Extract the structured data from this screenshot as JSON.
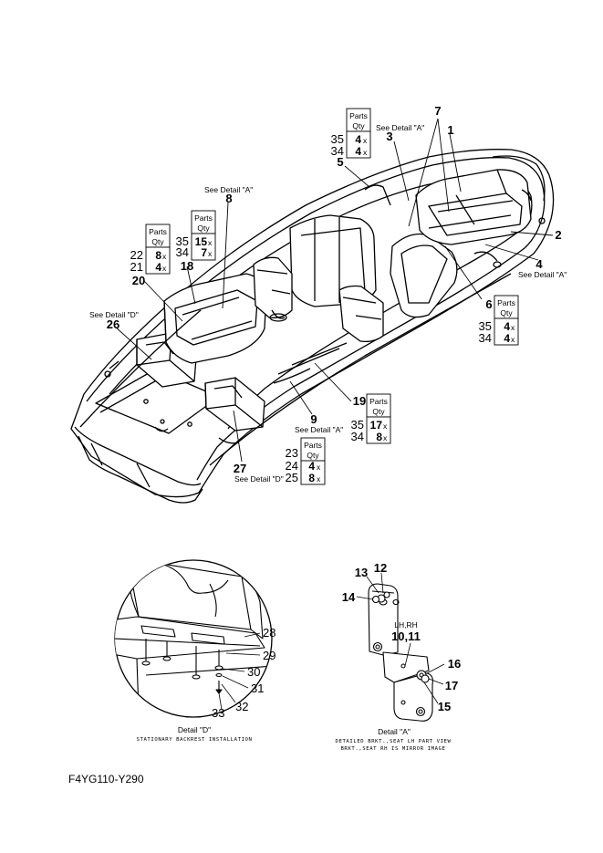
{
  "callouts": [
    {
      "id": "c1",
      "text": "1"
    },
    {
      "id": "c2",
      "text": "2"
    },
    {
      "id": "c3",
      "text": "3"
    },
    {
      "id": "c4",
      "text": "4"
    },
    {
      "id": "c5",
      "text": "5"
    },
    {
      "id": "c6",
      "text": "6"
    },
    {
      "id": "c7",
      "text": "7"
    },
    {
      "id": "c8",
      "text": "8"
    },
    {
      "id": "c9",
      "text": "9"
    },
    {
      "id": "c18",
      "text": "18"
    },
    {
      "id": "c19",
      "text": "19"
    },
    {
      "id": "c20",
      "text": "20"
    },
    {
      "id": "c26",
      "text": "26"
    },
    {
      "id": "c27",
      "text": "27"
    }
  ],
  "see_detail_a": "See Detail \"A\"",
  "see_detail_d": "See Detail \"D\"",
  "parts_header": [
    "Parts",
    "Qty"
  ],
  "parts_tables": [
    {
      "name": "table-3",
      "rows": [
        {
          "part": "35",
          "qty": "4",
          "x": "x"
        },
        {
          "part": "34",
          "qty": "4",
          "x": "x"
        }
      ]
    },
    {
      "name": "table-8",
      "rows": [
        {
          "part": "35",
          "qty": "15",
          "x": "x"
        },
        {
          "part": "34",
          "qty": "7",
          "x": "x"
        }
      ]
    },
    {
      "name": "table-18",
      "rows": [
        {
          "part": "22",
          "qty": "8",
          "x": "x"
        },
        {
          "part": "21",
          "qty": "4",
          "x": "x"
        }
      ]
    },
    {
      "name": "table-6",
      "rows": [
        {
          "part": "35",
          "qty": "4",
          "x": "x"
        },
        {
          "part": "34",
          "qty": "4",
          "x": "x"
        }
      ]
    },
    {
      "name": "table-19",
      "rows": [
        {
          "part": "35",
          "qty": "17",
          "x": "x"
        },
        {
          "part": "34",
          "qty": "8",
          "x": "x"
        }
      ]
    },
    {
      "name": "table-27",
      "rows": [
        {
          "part": "23",
          "qty": "",
          "x": ""
        },
        {
          "part": "24",
          "qty": "4",
          "x": "x"
        },
        {
          "part": "25",
          "qty": "8",
          "x": "x"
        }
      ]
    }
  ],
  "detail_d": {
    "labels": [
      "28",
      "29",
      "30",
      "31",
      "32",
      "33"
    ],
    "title": "Detail \"D\"",
    "subtitle": "STATIONARY BACKREST INSTALLATION"
  },
  "detail_a": {
    "labels": [
      "12",
      "13",
      "14",
      "15",
      "16",
      "17"
    ],
    "lhrh": "LH,RH",
    "bracket": "10,11",
    "title": "Detail \"A\"",
    "subtitle1": "DETAILED BRKT.,SEAT LH PART VIEW",
    "subtitle2": "BRKT.,SEAT RH IS MIRROR IMAGE"
  },
  "figure_code": "F4YG110-Y290"
}
